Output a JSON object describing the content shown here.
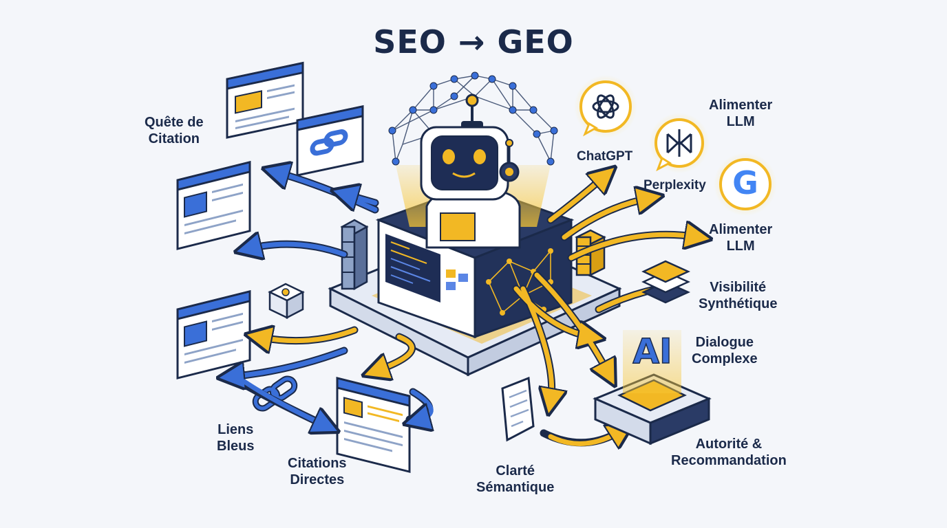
{
  "title": "SEO → GEO",
  "center": {
    "ai_badge": "AI"
  },
  "brands": {
    "chatgpt": "ChatGPT",
    "perplexity": "Perplexity",
    "google_letter": "G"
  },
  "labels": {
    "quete": [
      "Quête de",
      "Citation"
    ],
    "alimenter_top": [
      "Alimenter",
      "LLM"
    ],
    "alimenter_mid": [
      "Alimenter",
      "LLM"
    ],
    "visibilite": [
      "Visibilité",
      "Synthétique"
    ],
    "dialogue": [
      "Dialogue",
      "Complexe"
    ],
    "autorite": [
      "Autorité &",
      "Recommandation"
    ],
    "clarte": [
      "Clarté",
      "Sémantique"
    ],
    "citations": [
      "Citations",
      "Directes"
    ],
    "liens": [
      "Liens",
      "Bleus"
    ]
  },
  "colors": {
    "navy": "#1b2a4a",
    "blue": "#3a6fd8",
    "yellow": "#f2b824",
    "background": "#f4f6fa"
  }
}
